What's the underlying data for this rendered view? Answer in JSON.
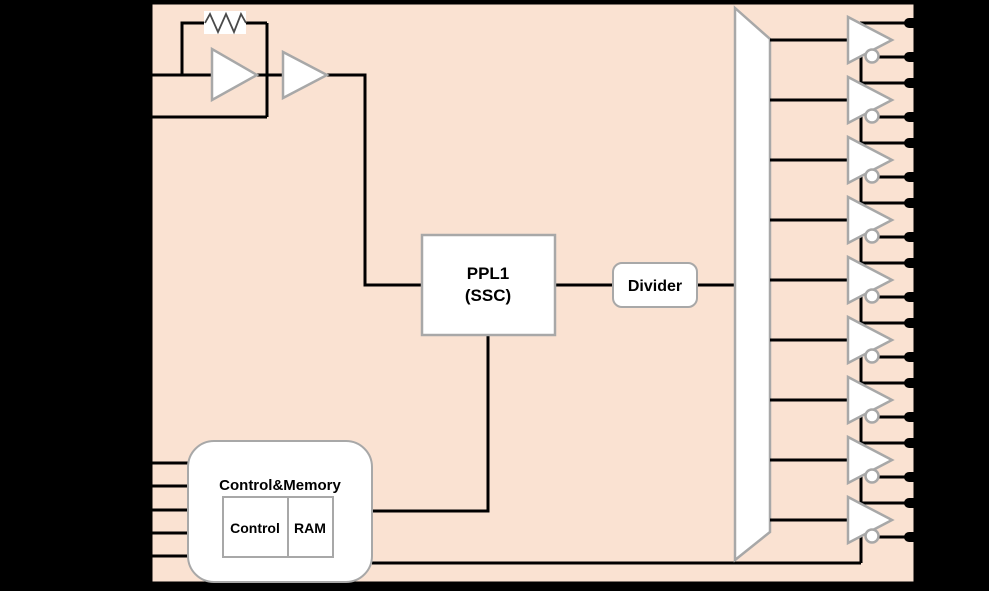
{
  "colors": {
    "background": "#000000",
    "chip_fill": "#FAE2D2",
    "wire": "#000000",
    "shape_fill": "#FFFFFF",
    "shape_border": "#A8A8A8",
    "text": "#000000"
  },
  "blocks": {
    "pll": {
      "label_line1": "PPL1",
      "label_line2": "(SSC)"
    },
    "divider": {
      "label": "Divider"
    },
    "control_memory": {
      "title": "Control&Memory",
      "cell_left": "Control",
      "cell_right": "RAM"
    }
  },
  "oscillator": {
    "amplifier_count": 2,
    "feedback_component": "resistor"
  },
  "output_stage": {
    "driver_count": 9,
    "outputs_per_driver": 2,
    "inverting_bubble": true,
    "mux_shape": "trapezoid"
  },
  "pins": {
    "left_top_count": 2,
    "left_bottom_count": 5,
    "right_count": 18
  }
}
